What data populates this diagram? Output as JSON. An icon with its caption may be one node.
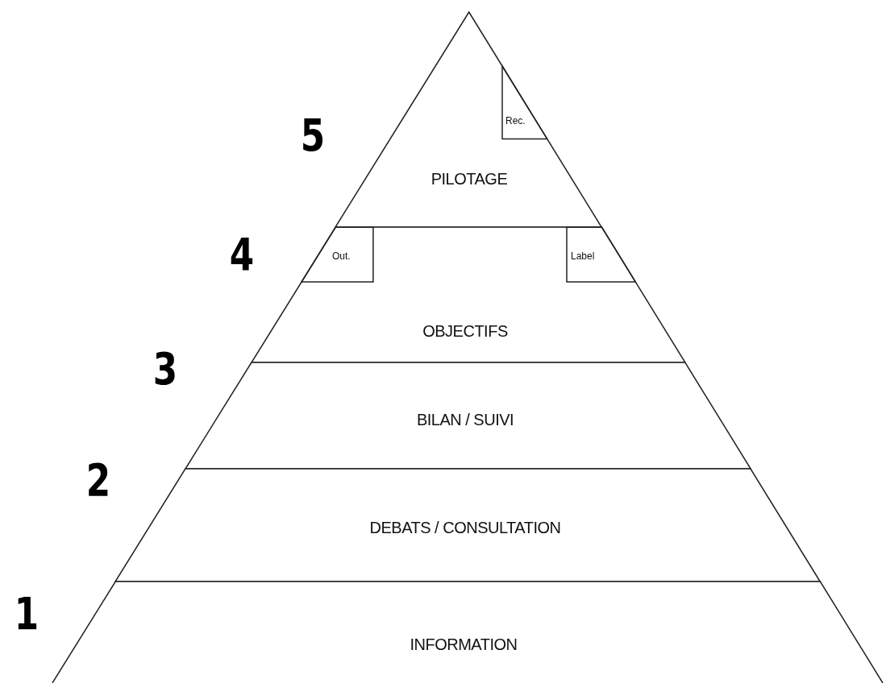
{
  "diagram": {
    "nodes": [
      {
        "text": [
          "PILOTAGE"
        ]
      },
      {
        "text": [
          "Rec."
        ],
        "in": 0
      },
      {
        "text": [
          "OBJECTIFS"
        ]
      },
      {
        "text": [
          "Out."
        ],
        "in": 2
      },
      {
        "text": [
          "Label"
        ],
        "in": 2
      },
      {
        "text": [
          "BILAN / SUIVI"
        ]
      },
      {
        "text": [
          "DEBATS / CONSULTATION"
        ]
      },
      {
        "text": [
          "INFORMATION"
        ]
      }
    ],
    "labels": [
      "5",
      "4",
      "3",
      "2",
      "1"
    ]
  }
}
